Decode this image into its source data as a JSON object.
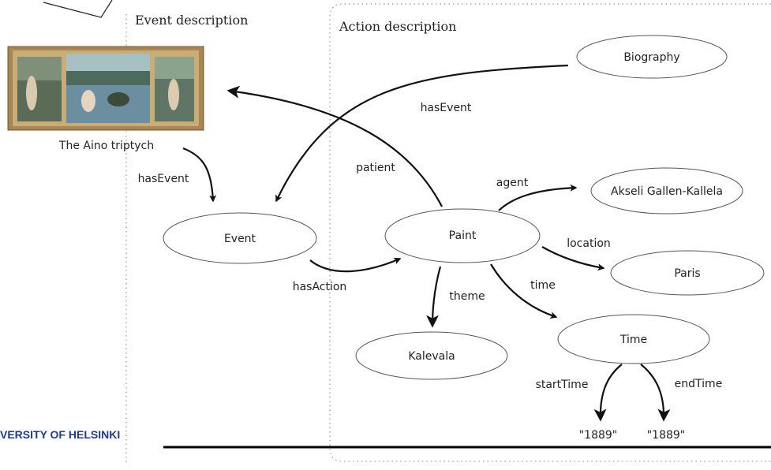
{
  "boxes": {
    "event_title": "Event description",
    "action_title": "Action description"
  },
  "image": {
    "caption": "The Aino triptych"
  },
  "nodes": {
    "biography": "Biography",
    "event": "Event",
    "paint": "Paint",
    "agent_value": "Akseli Gallen-Kallela",
    "paris": "Paris",
    "kalevala": "Kalevala",
    "time": "Time"
  },
  "edges": {
    "hasEvent_bio": "hasEvent",
    "patient": "patient",
    "agent": "agent",
    "hasEvent_img": "hasEvent",
    "location": "location",
    "hasAction": "hasAction",
    "theme": "theme",
    "time": "time",
    "startTime": "startTime",
    "endTime": "endTime"
  },
  "literals": {
    "start": "\"1889\"",
    "end": "\"1889\""
  },
  "footer": {
    "university": "VERSITY OF HELSINKI"
  },
  "colors": {
    "frame_gold": "#b8955a",
    "university_blue": "#1f3a8a"
  }
}
